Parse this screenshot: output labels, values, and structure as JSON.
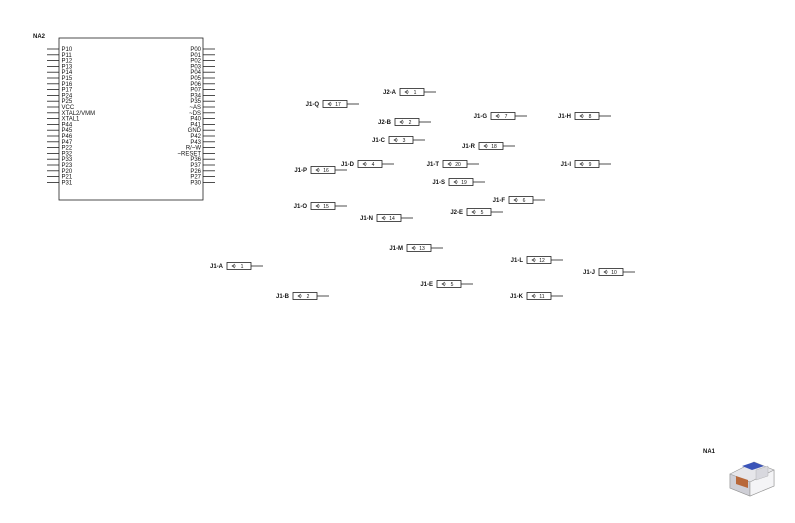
{
  "chip": {
    "ref": "NA2",
    "left_pins": [
      "P10",
      "P11",
      "P12",
      "P13",
      "P14",
      "P15",
      "P16",
      "P17",
      "P24",
      "P25",
      "VCC",
      "XTAL2/VMM",
      "XTAL1",
      "P44",
      "P45",
      "P46",
      "P47",
      "P22",
      "P32",
      "P33",
      "P23",
      "P20",
      "P21",
      "P31"
    ],
    "right_pins": [
      "P00",
      "P01",
      "P02",
      "P03",
      "P04",
      "P05",
      "P06",
      "P07",
      "P34",
      "P35",
      "~AS",
      "~DS",
      "P40",
      "P41",
      "GND",
      "P42",
      "P43",
      "R/~W",
      "~RESET",
      "P36",
      "P37",
      "P26",
      "P27",
      "P30"
    ]
  },
  "connectors": [
    {
      "id": "J1-Q",
      "num": "17"
    },
    {
      "id": "J2-A",
      "num": "1"
    },
    {
      "id": "J1-G",
      "num": "7"
    },
    {
      "id": "J1-H",
      "num": "8"
    },
    {
      "id": "J2-B",
      "num": "2"
    },
    {
      "id": "J1-C",
      "num": "3"
    },
    {
      "id": "J1-R",
      "num": "18"
    },
    {
      "id": "J1-D",
      "num": "4"
    },
    {
      "id": "J1-T",
      "num": "20"
    },
    {
      "id": "J1-I",
      "num": "9"
    },
    {
      "id": "J1-P",
      "num": "16"
    },
    {
      "id": "J1-S",
      "num": "19"
    },
    {
      "id": "J1-F",
      "num": "6"
    },
    {
      "id": "J1-O",
      "num": "15"
    },
    {
      "id": "J1-N",
      "num": "14"
    },
    {
      "id": "J2-E",
      "num": "5"
    },
    {
      "id": "J1-M",
      "num": "13"
    },
    {
      "id": "J1-L",
      "num": "12"
    },
    {
      "id": "J1-A",
      "num": "1"
    },
    {
      "id": "J1-J",
      "num": "10"
    },
    {
      "id": "J1-E",
      "num": "5"
    },
    {
      "id": "J1-B",
      "num": "2"
    },
    {
      "id": "J1-K",
      "num": "11"
    }
  ],
  "part": {
    "ref": "NA1"
  }
}
